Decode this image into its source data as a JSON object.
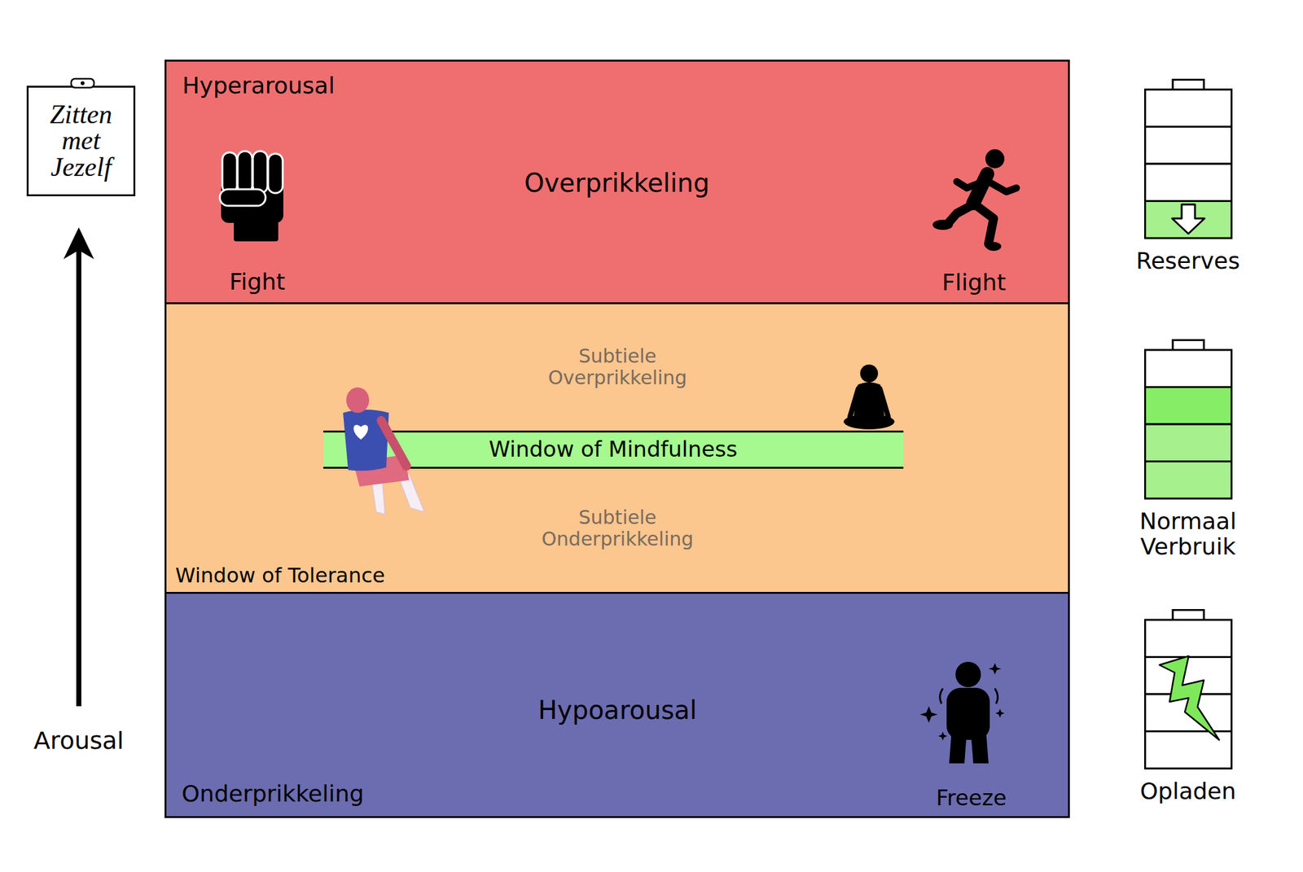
{
  "diagram": {
    "nodes": [
      {
        "text": [
          "Zitten met Jezelf"
        ]
      },
      {
        "text": [
          "Hyperarousal",
          "Overprikkeling",
          "Fight",
          "Flight"
        ]
      },
      {
        "text": [
          "Subtiele Overprikkeling",
          "Subtiele Onderprikkeling",
          "Window of Tolerance"
        ]
      },
      {
        "text": [
          "Window of Mindfulness"
        ],
        "in": 2
      },
      {
        "text": [
          "Hypoarousal",
          "Onderprikkeling",
          "Freeze"
        ]
      },
      {
        "text": [
          "Reserves"
        ]
      },
      {
        "text": [
          "Normaal Verbruik"
        ]
      },
      {
        "text": [
          "Opladen"
        ]
      }
    ],
    "labels": [
      "Arousal"
    ]
  }
}
